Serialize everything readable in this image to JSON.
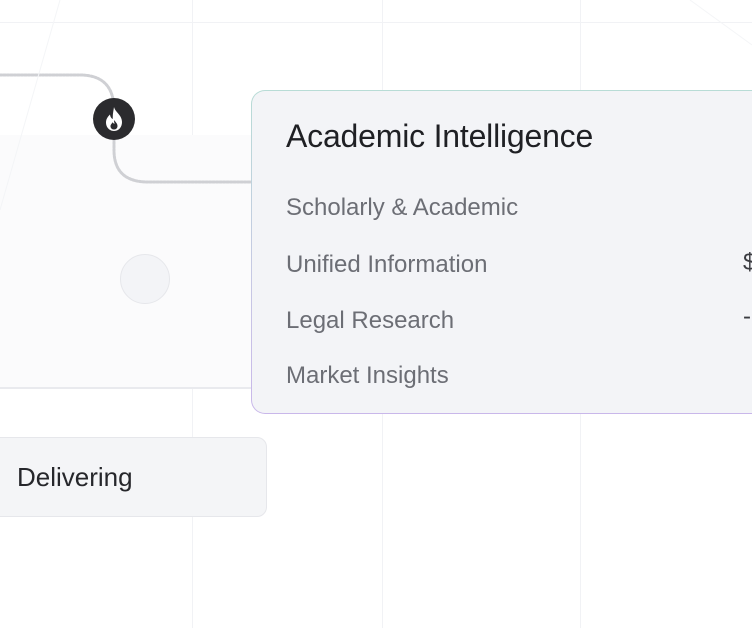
{
  "card": {
    "title": "Academic Intelligence",
    "rows": [
      {
        "label": "Scholarly & Academic",
        "value": ""
      },
      {
        "label": "Unified Information",
        "value": "$"
      },
      {
        "label": "Legal Research",
        "value": "-"
      },
      {
        "label": "Market Insights",
        "value": ""
      }
    ]
  },
  "status": {
    "label": "Delivering"
  },
  "icons": {
    "badge": "flame-icon"
  },
  "colors": {
    "badge": "#2b2b2e",
    "card_border_top": "#b8dcd6",
    "card_border_bottom": "#c9b7ea"
  }
}
